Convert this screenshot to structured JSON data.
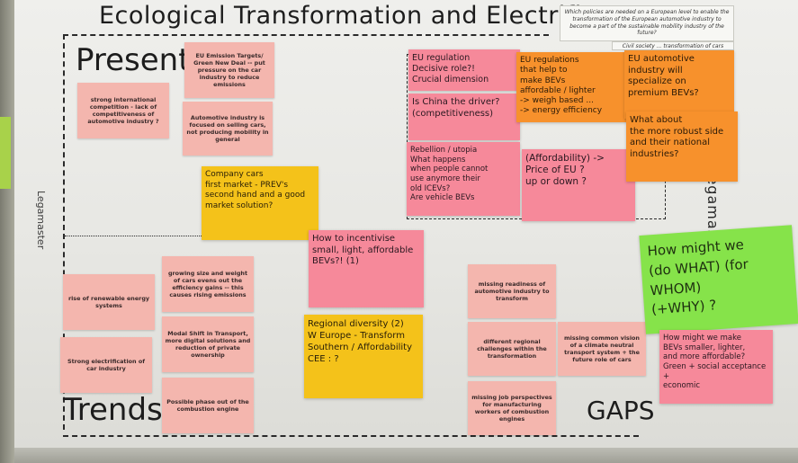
{
  "board": {
    "title": "Ecological Transformation and Electrific",
    "brand": "Legamaster",
    "brand_right": "legamas",
    "present_label": "Present",
    "trends_label": "Trends",
    "gaps_label": "GAPS",
    "question": "Which policies are needed on a European level to enable the transformation of the European automotive industry to become a part of the sustainable mobility industry of the future?",
    "question_sub": "Civil society ... transformation of cars"
  },
  "present_cards": [
    {
      "text": "strong international competition - lack of competitiveness of automotive industry ?"
    },
    {
      "text": "EU Emission Targets/ Green New Deal -- put pressure on the car industry to reduce emissions"
    },
    {
      "text": "Automotive industry is focused on selling cars, not producing mobility in general"
    }
  ],
  "trend_cards": [
    {
      "text": "growing size and weight of cars evens out the efficiency gains -- this causes rising emissions"
    },
    {
      "text": "rise of renewable energy systems"
    },
    {
      "text": "Modal Shift in Transport, more digital solutions and reduction of private ownership"
    },
    {
      "text": "Strong electrification of car industry"
    },
    {
      "text": "Possible phase out of the combustion engine"
    }
  ],
  "gap_cards": [
    {
      "text": "missing readiness of automotive industry to transform"
    },
    {
      "text": "different regional challenges within the transformation"
    },
    {
      "text": "missing common vision of a climate neutral transport system + the future role of cars"
    },
    {
      "text": "missing job perspectives for manufacturing workers of combustion engines"
    }
  ],
  "stickies": {
    "company_cars": "Company cars\nfirst market - PREV's\nsecond hand   and a good\nmarket           solution?",
    "incentivise": "How to incentivise\nsmall, light, affordable\nBEVs?!        (1)",
    "regional": "Regional diversity (2)\nW Europe - Transform\nSouthern / Affordability\nCEE : ?",
    "eu_regulation": "EU regulation\nDecisive role?!\nCrucial dimension",
    "china": "Is China the driver?\n(competitiveness)",
    "rebellion": "Rebellion / utopia\nWhat happens\nwhen people cannot\nuse anymore their\nold ICEVs?\nAre vehicle BEVs",
    "eu_regulations_help": "EU regulations\nthat help to\nmake BEVs\naffordable / lighter\n-> weigh based ...\n-> energy efficiency",
    "affordability": "(Affordability) ->\nPrice of EU ?\nup or down ?",
    "eu_automotive": "EU automotive\nindustry will\nspecialize on\npremium BEVs?",
    "what_about": "What about\nthe more robust side\nand their national\nindustries?",
    "how_might_big": "How might we\n(do WHAT) (for WHOM)\n(+WHY) ?",
    "how_might_small": "How might we make\nBEVs smaller, lighter,\nand more affordable?\nGreen + social acceptance +\neconomic"
  },
  "colors": {
    "card": "#f4b6ae",
    "pink_sticky": "#f6899a",
    "orange_sticky": "#f7912c",
    "yellow_sticky": "#f4c21a",
    "green_sticky": "#86e34a"
  }
}
